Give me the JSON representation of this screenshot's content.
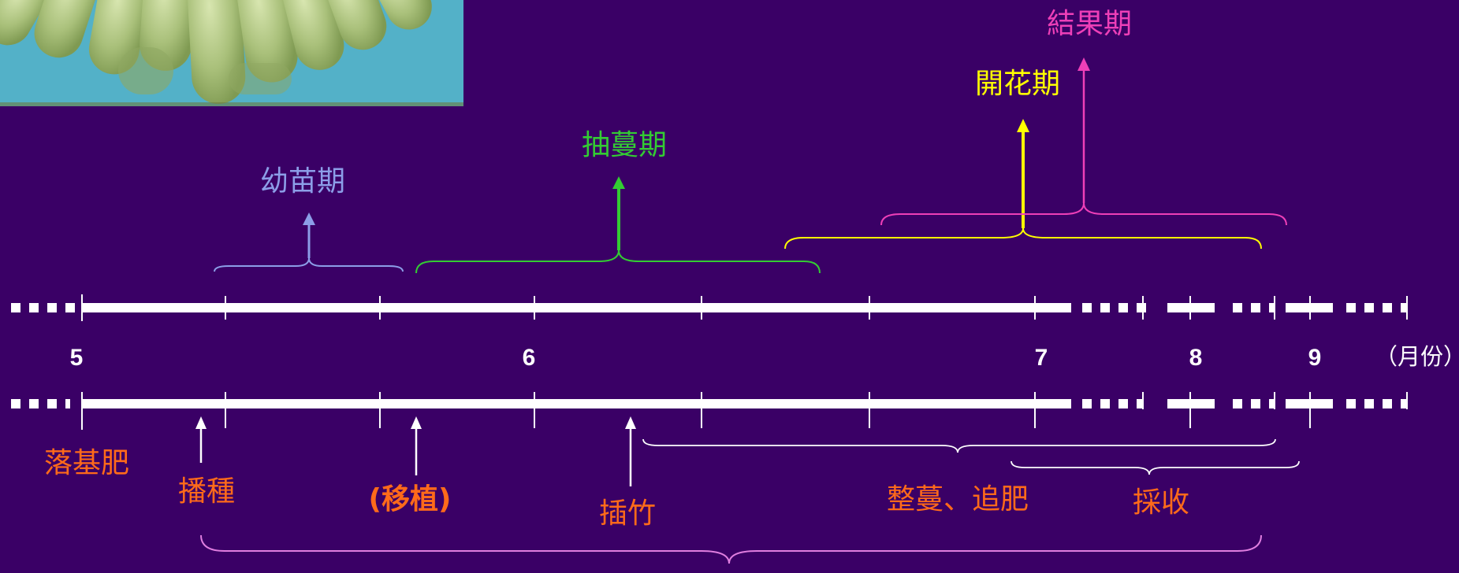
{
  "stages": {
    "seedling": {
      "label": "幼苗期",
      "color": "#8c9ee8"
    },
    "vine": {
      "label": "抽蔓期",
      "color": "#33cc33"
    },
    "flowering": {
      "label": "開花期",
      "color": "#ffff00"
    },
    "fruiting": {
      "label": "結果期",
      "color": "#ee3fb8"
    }
  },
  "months": {
    "m5": "5",
    "m6": "6",
    "m7": "7",
    "m8": "8",
    "m9": "9",
    "unit": "（月份）"
  },
  "tasks": {
    "base_fertilizer": "落基肥",
    "sowing": "播種",
    "transplant": "(移植)",
    "staking": "插竹",
    "pruning_topdress": "整蔓、追肥",
    "harvest": "採收"
  },
  "colors": {
    "background": "#3a0066",
    "task_text": "#ff6a1a",
    "timeline": "#ffffff",
    "long_brace": "#e07ee0"
  },
  "photo": {
    "subject": "cucumbers"
  }
}
